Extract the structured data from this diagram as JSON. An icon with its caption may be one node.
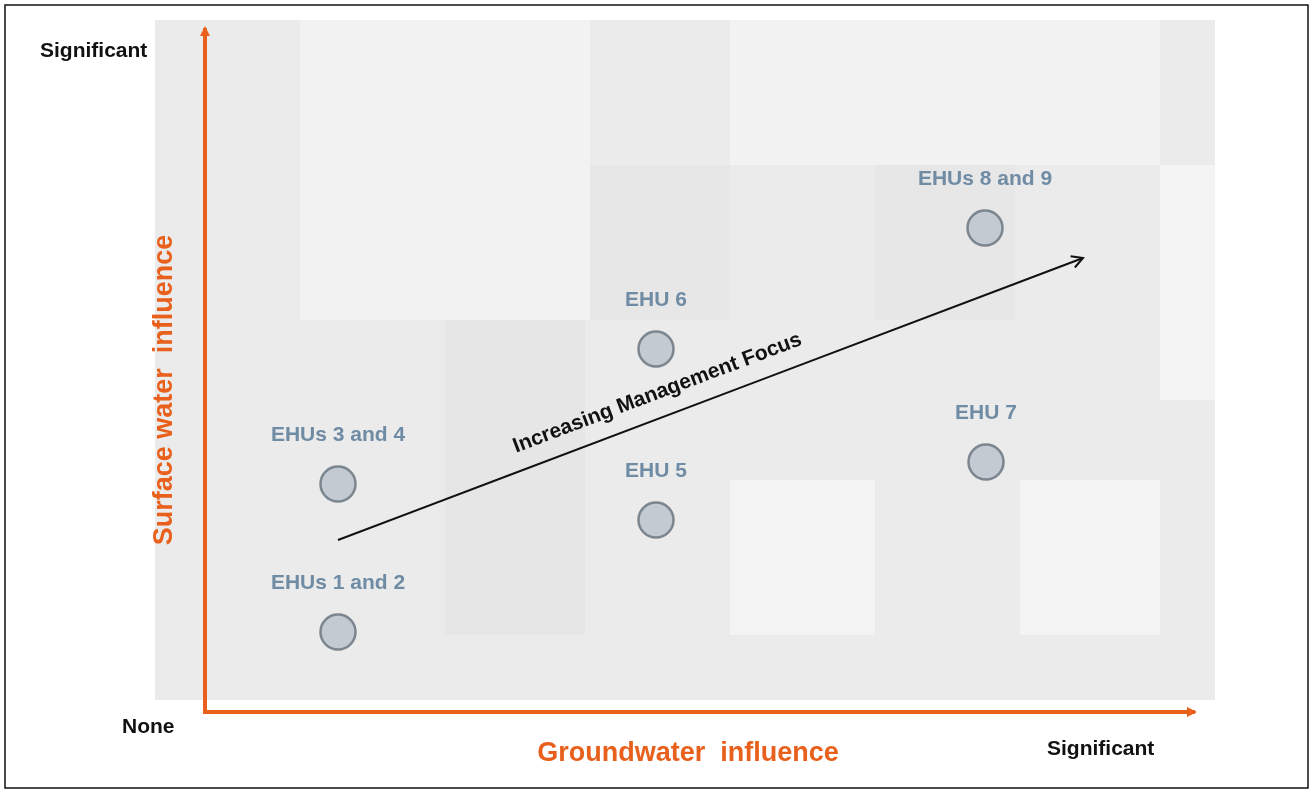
{
  "diagram": {
    "nodes": [
      {
        "text": [],
        "shape": "circle",
        "beside": [
          "EHUs 1 and 2"
        ]
      },
      {
        "text": [],
        "shape": "circle",
        "beside": [
          "EHUs 3 and 4"
        ]
      },
      {
        "text": [],
        "shape": "circle",
        "beside": [
          "EHU 5"
        ]
      },
      {
        "text": [],
        "shape": "circle",
        "beside": [
          "EHU 6"
        ]
      },
      {
        "text": [],
        "shape": "circle",
        "beside": [
          "EHU 7"
        ]
      },
      {
        "text": [],
        "shape": "circle",
        "beside": [
          "EHUs 8 and 9"
        ]
      }
    ],
    "labels": [
      "Significant",
      "Surface water  influence",
      "Increasing Management Focus",
      "None",
      "Groundwater  influence",
      "Significant"
    ]
  }
}
